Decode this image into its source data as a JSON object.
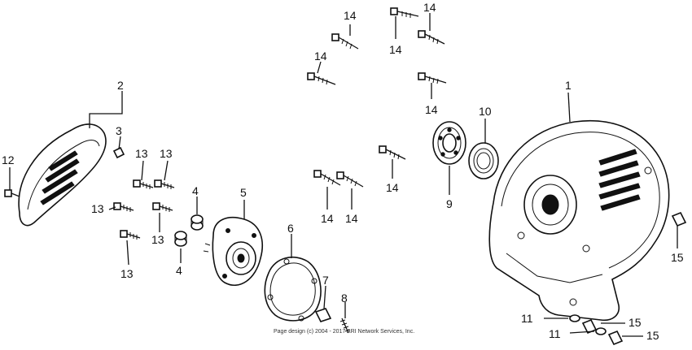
{
  "callouts": [
    {
      "id": "c1",
      "text": "1"
    },
    {
      "id": "c2",
      "text": "2"
    },
    {
      "id": "c3",
      "text": "3"
    },
    {
      "id": "c4a",
      "text": "4"
    },
    {
      "id": "c4b",
      "text": "4"
    },
    {
      "id": "c5",
      "text": "5"
    },
    {
      "id": "c6",
      "text": "6"
    },
    {
      "id": "c7",
      "text": "7"
    },
    {
      "id": "c8",
      "text": "8"
    },
    {
      "id": "c9",
      "text": "9"
    },
    {
      "id": "c10",
      "text": "10"
    },
    {
      "id": "c11a",
      "text": "11"
    },
    {
      "id": "c11b",
      "text": "11"
    },
    {
      "id": "c12",
      "text": "12"
    },
    {
      "id": "c13a",
      "text": "13"
    },
    {
      "id": "c13b",
      "text": "13"
    },
    {
      "id": "c13c",
      "text": "13"
    },
    {
      "id": "c13d",
      "text": "13"
    },
    {
      "id": "c13e",
      "text": "13"
    },
    {
      "id": "c14a",
      "text": "14"
    },
    {
      "id": "c14b",
      "text": "14"
    },
    {
      "id": "c14c",
      "text": "14"
    },
    {
      "id": "c14d",
      "text": "14"
    },
    {
      "id": "c14e",
      "text": "14"
    },
    {
      "id": "c14f",
      "text": "14"
    },
    {
      "id": "c14g",
      "text": "14"
    },
    {
      "id": "c14h",
      "text": "14"
    },
    {
      "id": "c15a",
      "text": "15"
    },
    {
      "id": "c15b",
      "text": "15"
    },
    {
      "id": "c15c",
      "text": "15"
    }
  ],
  "copyright": "Page design (c) 2004 - 2017 ARI Network Services, Inc."
}
